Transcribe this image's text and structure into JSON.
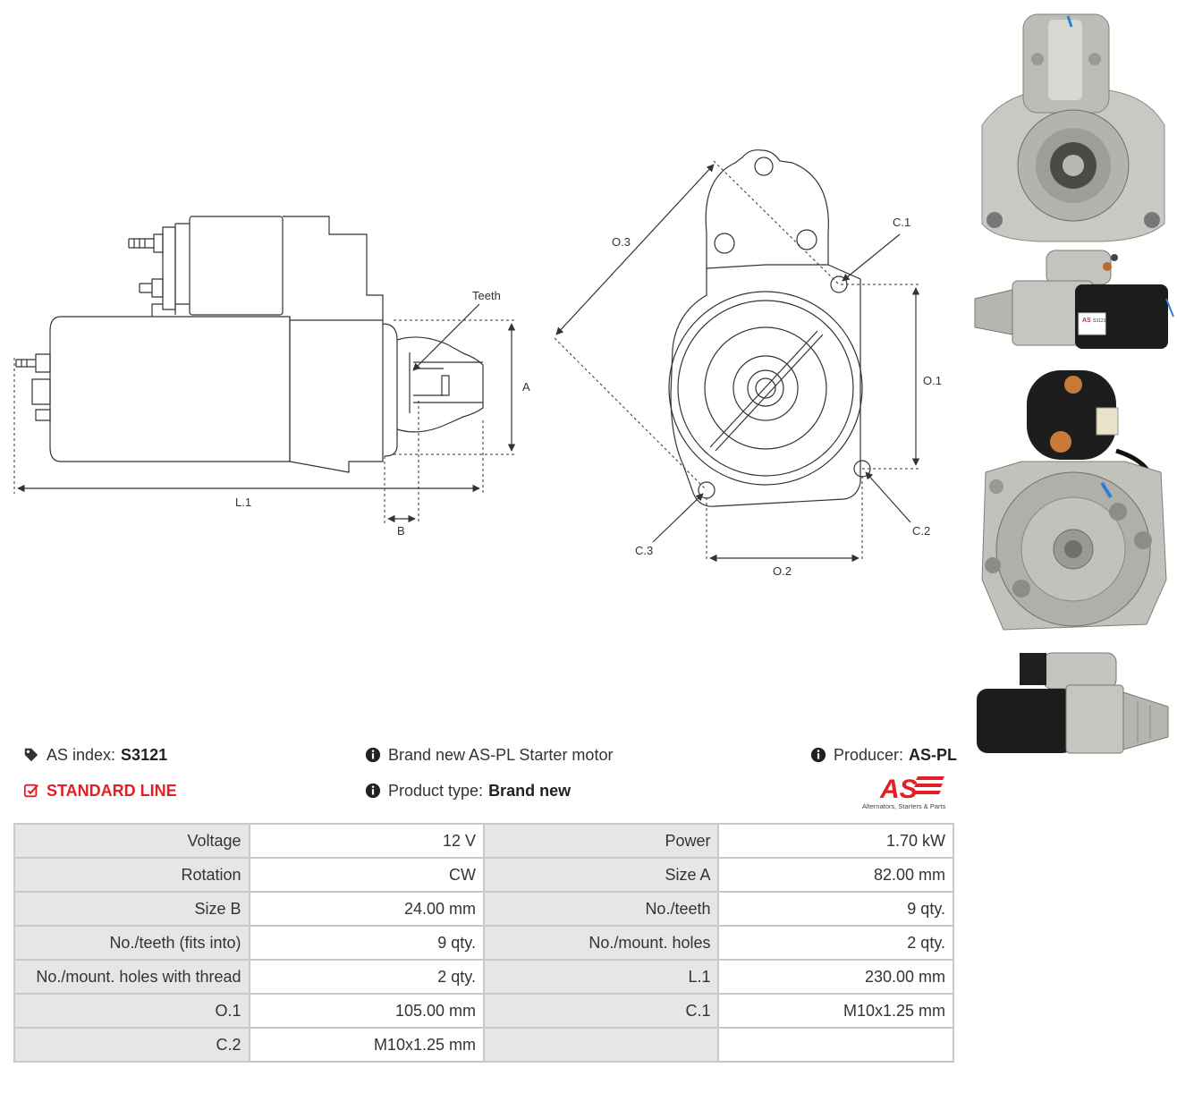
{
  "drawing": {
    "side_labels": {
      "teeth": "Teeth",
      "a": "A",
      "l1": "L.1",
      "b": "B"
    },
    "front_labels": {
      "o3": "O.3",
      "c1": "C.1",
      "o1": "O.1",
      "c2": "C.2",
      "c3": "C.3",
      "o2": "O.2"
    }
  },
  "product": {
    "index_label": "AS index:",
    "index_value": "S3121",
    "line": "STANDARD LINE",
    "description": "Brand new AS-PL Starter motor",
    "type_label": "Product type:",
    "type_value": "Brand new",
    "producer_label": "Producer:",
    "producer_value": "AS-PL",
    "logo_text": "AS",
    "logo_tagline": "Alternators, Starters & Parts",
    "label_text": "S3121"
  },
  "colors": {
    "accent_red": "#e31e24",
    "key_bg": "#e6e6e6",
    "border": "#c9c9c9"
  },
  "icons": {
    "index": "tag-icon",
    "line": "check-square-icon",
    "info": "info-circle-icon"
  },
  "specs": [
    [
      {
        "k": "Voltage",
        "v": "12 V"
      },
      {
        "k": "Power",
        "v": "1.70 kW"
      }
    ],
    [
      {
        "k": "Rotation",
        "v": "CW"
      },
      {
        "k": "Size A",
        "v": "82.00 mm"
      }
    ],
    [
      {
        "k": "Size B",
        "v": "24.00 mm"
      },
      {
        "k": "No./teeth",
        "v": "9 qty."
      }
    ],
    [
      {
        "k": "No./teeth (fits into)",
        "v": "9 qty."
      },
      {
        "k": "No./mount. holes",
        "v": "2 qty."
      }
    ],
    [
      {
        "k": "No./mount. holes with thread",
        "v": "2 qty."
      },
      {
        "k": "L.1",
        "v": "230.00 mm"
      }
    ],
    [
      {
        "k": "O.1",
        "v": "105.00 mm"
      },
      {
        "k": "C.1",
        "v": "M10x1.25 mm"
      }
    ],
    [
      {
        "k": "C.2",
        "v": "M10x1.25 mm"
      },
      {
        "k": "",
        "v": ""
      }
    ]
  ]
}
